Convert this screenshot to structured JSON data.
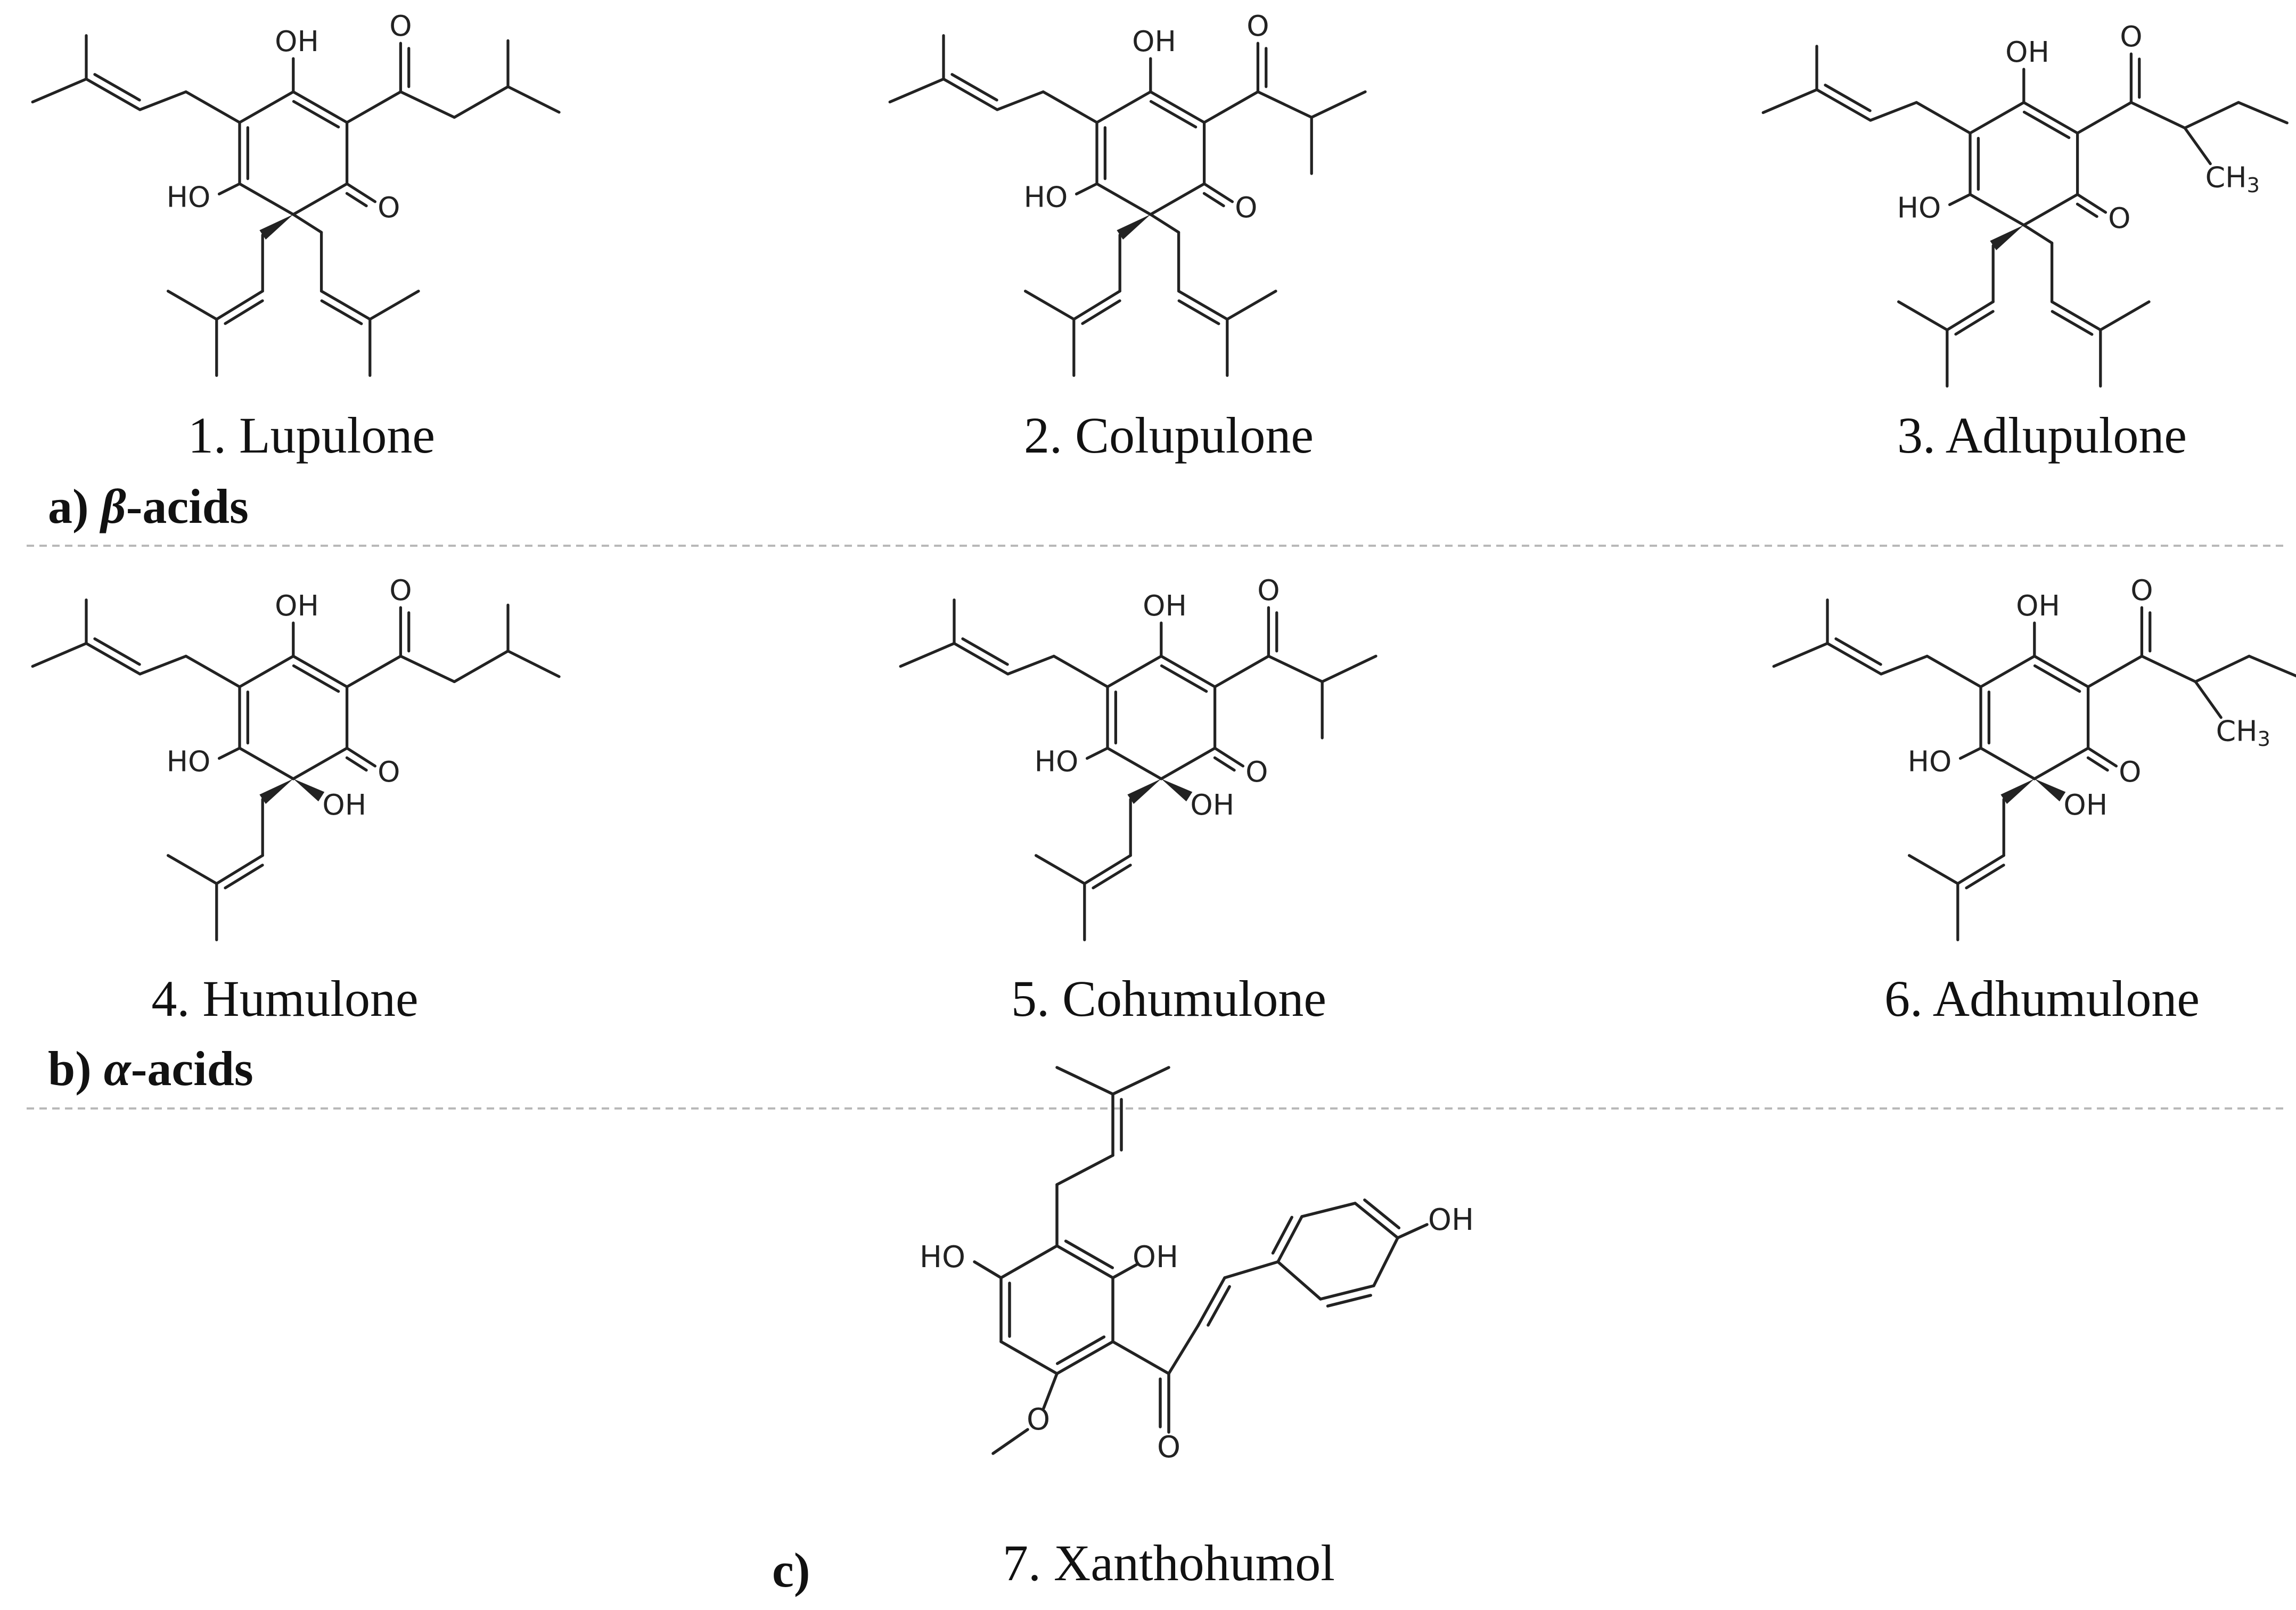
{
  "compounds": [
    {
      "label": "1. Lupulone",
      "kind": "beta",
      "acyl": "isovaleryl"
    },
    {
      "label": "2. Colupulone",
      "kind": "beta",
      "acyl": "isobutyryl"
    },
    {
      "label": "3. Adlupulone",
      "kind": "beta",
      "acyl": "2-methylbutyryl"
    },
    {
      "label": "4. Humulone",
      "kind": "alpha",
      "acyl": "isovaleryl"
    },
    {
      "label": "5. Cohumulone",
      "kind": "alpha",
      "acyl": "isobutyryl"
    },
    {
      "label": "6. Adhumulone",
      "kind": "alpha",
      "acyl": "2-methylbutyryl"
    },
    {
      "label": "7. Xanthohumol",
      "kind": "chalcone"
    }
  ],
  "sections": [
    {
      "letter": "a)",
      "greek": "β",
      "suffix": "-acids"
    },
    {
      "letter": "b)",
      "greek": "α",
      "suffix": "-acids"
    },
    {
      "letter": "c)",
      "greek": "",
      "suffix": ""
    }
  ],
  "atoms": {
    "oh": "OH",
    "ho": "HO",
    "o": "O",
    "ch3_main": "CH",
    "ch3_sub": "3"
  }
}
